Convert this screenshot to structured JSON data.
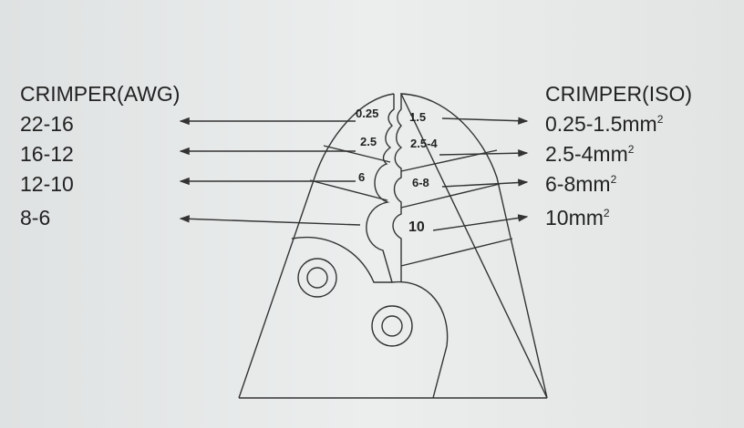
{
  "left": {
    "title": "CRIMPER(AWG)",
    "rows": [
      "22-16",
      "16-12",
      "12-10",
      "8-6"
    ]
  },
  "right": {
    "title": "CRIMPER(ISO)",
    "rows": [
      "0.25-1.5mm",
      "2.5-4mm",
      "6-8mm",
      "10mm"
    ],
    "unit_sup": "2"
  },
  "jaw_left": [
    "0.25",
    "2.5",
    "6"
  ],
  "jaw_right": [
    "1.5",
    "2.5-4",
    "6-8",
    "10"
  ]
}
